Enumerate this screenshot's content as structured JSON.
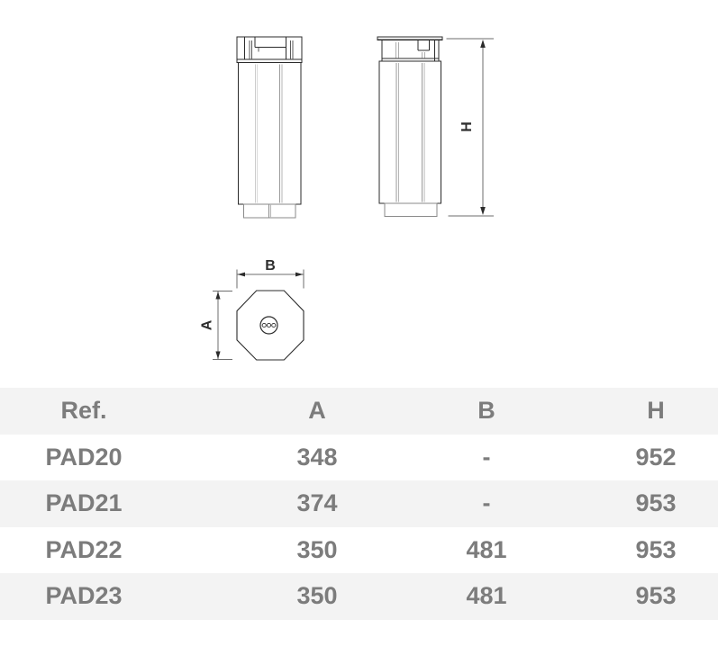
{
  "drawing": {
    "labels": {
      "height": "H",
      "width": "B",
      "depth": "A"
    }
  },
  "table": {
    "headers": {
      "ref": "Ref.",
      "a": "A",
      "b": "B",
      "h": "H"
    },
    "rows": [
      {
        "ref": "PAD20",
        "a": "348",
        "b": "-",
        "h": "952"
      },
      {
        "ref": "PAD21",
        "a": "374",
        "b": "-",
        "h": "953"
      },
      {
        "ref": "PAD22",
        "a": "350",
        "b": "481",
        "h": "953"
      },
      {
        "ref": "PAD23",
        "a": "350",
        "b": "481",
        "h": "953"
      }
    ]
  },
  "colors": {
    "row_alt_background": "#f3f3f3",
    "table_text": "#7c7c7c",
    "drawing_line": "#2b2b2b",
    "detail_line": "#9a9a9a"
  }
}
